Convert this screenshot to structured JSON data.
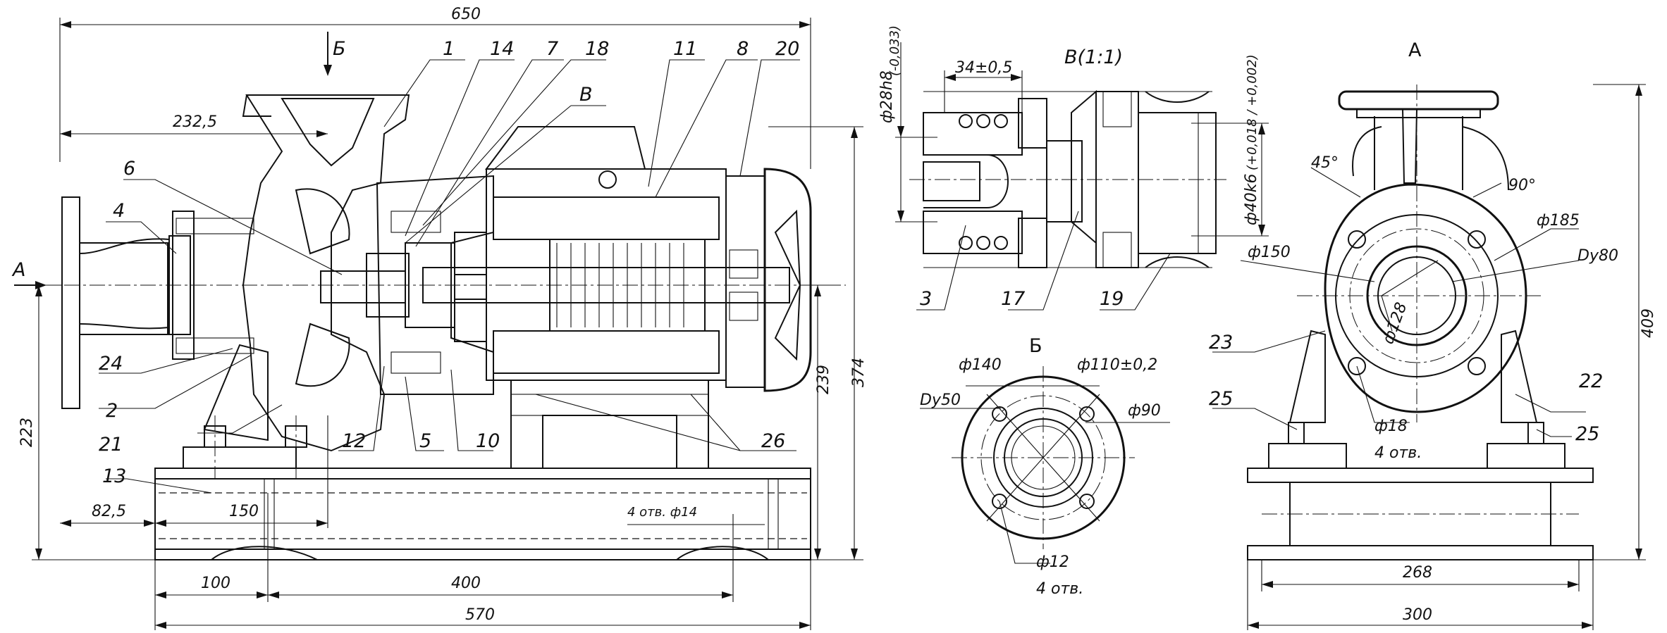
{
  "side_view": {
    "dimensions": [
      "650",
      "232,5",
      "223",
      "82,5",
      "150",
      "100",
      "400",
      "570",
      "239",
      "374"
    ],
    "section_mark": "Б",
    "arrow_mark": "А",
    "detail_mark": "В",
    "holes_note": "4 отв. ф14",
    "callouts": [
      "1",
      "14",
      "7",
      "18",
      "11",
      "8",
      "20",
      "6",
      "4",
      "24",
      "2",
      "21",
      "12",
      "5",
      "10",
      "26",
      "13"
    ]
  },
  "detail_v": {
    "title": "В(1:1)",
    "dim_shaft": "ф28h8",
    "dim_shaft_tol": "(-0,033)",
    "dim_len": "34±0,5",
    "dim_bore": "ф40k6",
    "dim_bore_tol": "(+0,018 / +0,002)",
    "callouts": [
      "3",
      "17",
      "19"
    ]
  },
  "view_b": {
    "title": "Б",
    "dims": [
      "ф140",
      "ф110±0,2",
      "Dy50",
      "ф90",
      "ф12",
      "4 отв."
    ]
  },
  "view_a": {
    "title": "А",
    "dims": [
      "45°",
      "90°",
      "ф185",
      "ф150",
      "Dy80",
      "ф128",
      "ф18",
      "4 отв.",
      "409",
      "268",
      "300"
    ],
    "callouts": [
      "23",
      "22",
      "25",
      "25"
    ]
  }
}
